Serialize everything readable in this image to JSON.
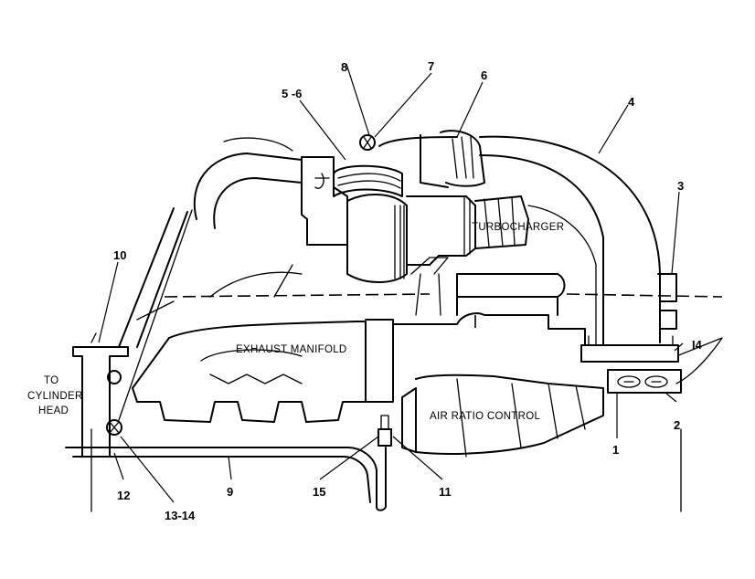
{
  "labels": {
    "turbocharger": "TURBOCHARGER",
    "exhaust_manifold": "EXHAUST MANIFOLD",
    "air_ratio_control": "AIR RATIO CONTROL",
    "to_line1": "TO",
    "to_line2": "CYLINDER",
    "to_line3": "HEAD"
  },
  "callouts": {
    "c1": "1",
    "c2": "2",
    "c3": "3",
    "c4": "4",
    "c5_6": "5 -6",
    "c6": "6",
    "c7": "7",
    "c8": "8",
    "c9": "9",
    "c10": "10",
    "c11": "11",
    "c12": "12",
    "c13_14": "13-14",
    "c14": "I4",
    "c15": "15"
  }
}
